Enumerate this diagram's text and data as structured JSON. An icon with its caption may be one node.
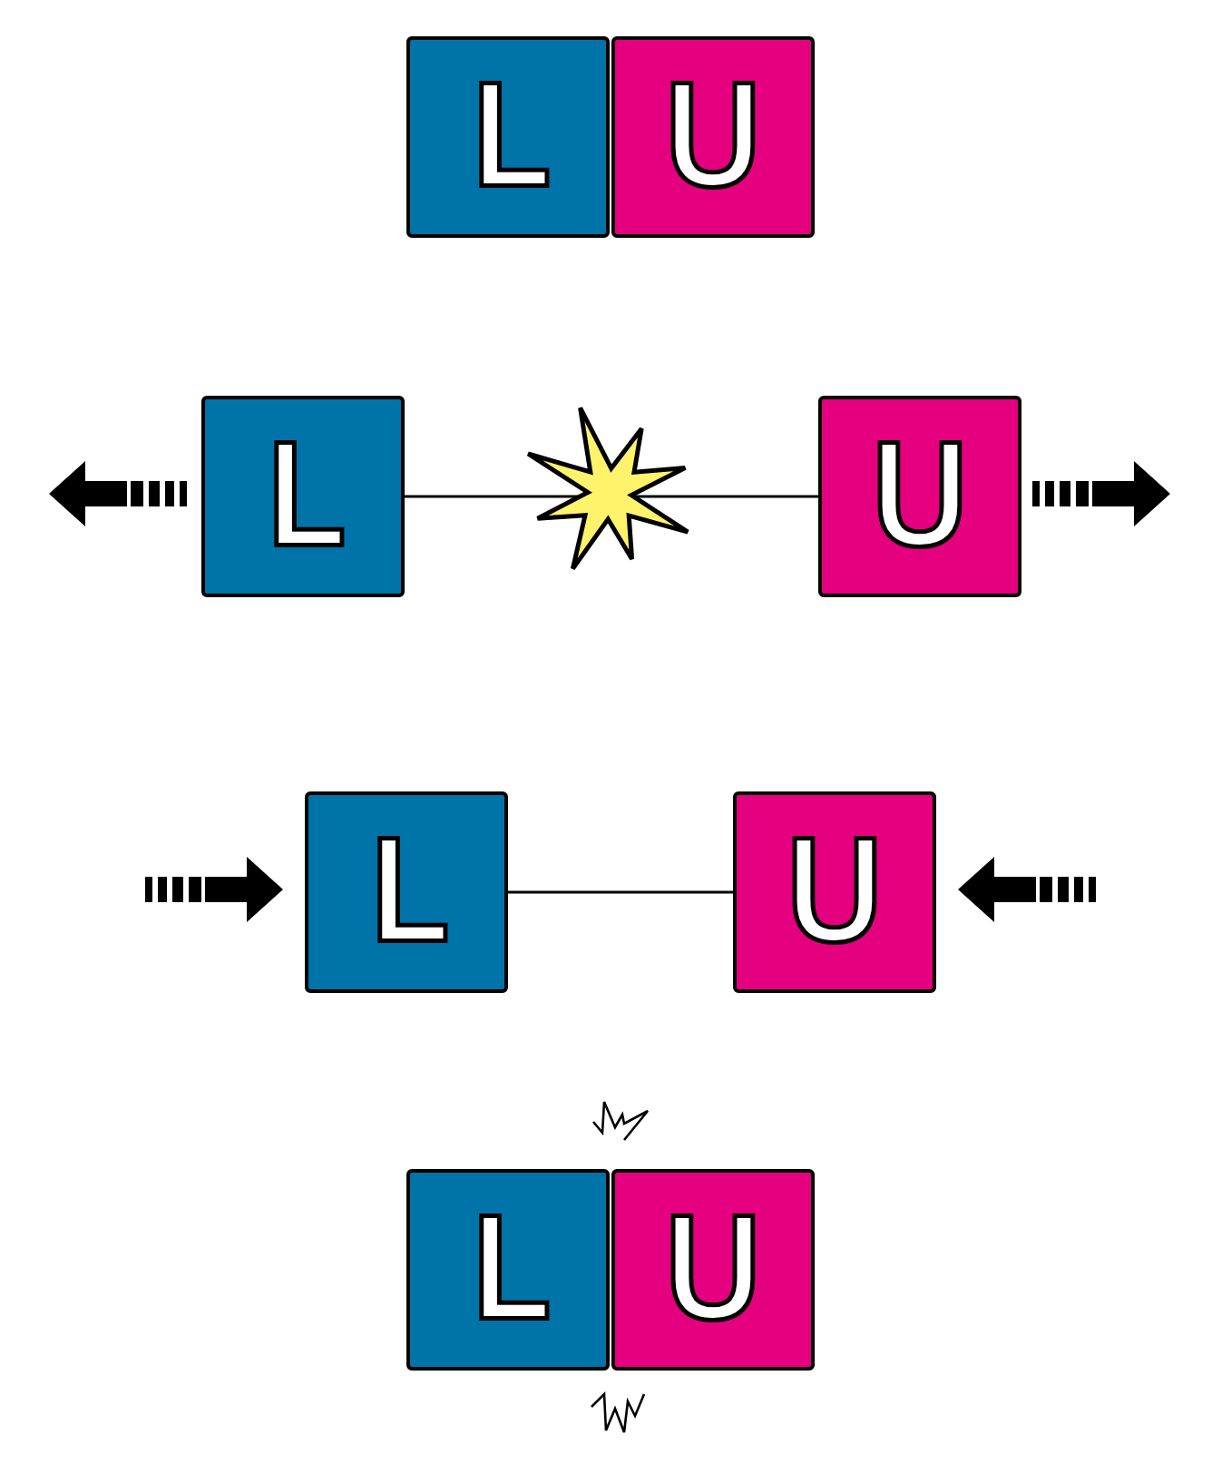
{
  "diagram": {
    "nodes": [
      {
        "text": [
          "L"
        ]
      },
      {
        "text": [
          "U"
        ]
      },
      {
        "text": [
          "L"
        ]
      },
      {
        "text": [
          "U"
        ]
      },
      {
        "text": [
          "L"
        ]
      },
      {
        "text": [
          "U"
        ]
      },
      {
        "text": [
          "L"
        ]
      },
      {
        "text": [
          "U"
        ]
      }
    ],
    "edges": [
      {
        "from": 2,
        "to": 3,
        "arrow": "none"
      },
      {
        "from": 4,
        "to": 5,
        "arrow": "none"
      }
    ]
  }
}
